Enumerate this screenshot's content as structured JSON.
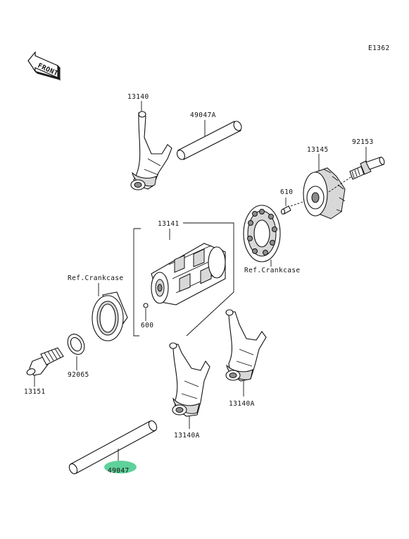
{
  "diagram_code": "E1362",
  "front_arrow_text": "FRONT",
  "labels": {
    "fork_13140": "13140",
    "shaft_49047A": "49047A",
    "drum_13141": "13141",
    "pin_600": "600",
    "bearing_left_ref": "Ref.Crankcase",
    "bearing_right_ref": "Ref.Crankcase",
    "pin_610": "610",
    "cam_13145": "13145",
    "bolt_92153": "92153",
    "washer_92065": "92065",
    "stopper_13151": "13151",
    "fork_13140A_left": "13140A",
    "fork_13140A_right": "13140A",
    "shaft_49047": "49047"
  },
  "colors": {
    "highlight": "#5fd19a"
  }
}
